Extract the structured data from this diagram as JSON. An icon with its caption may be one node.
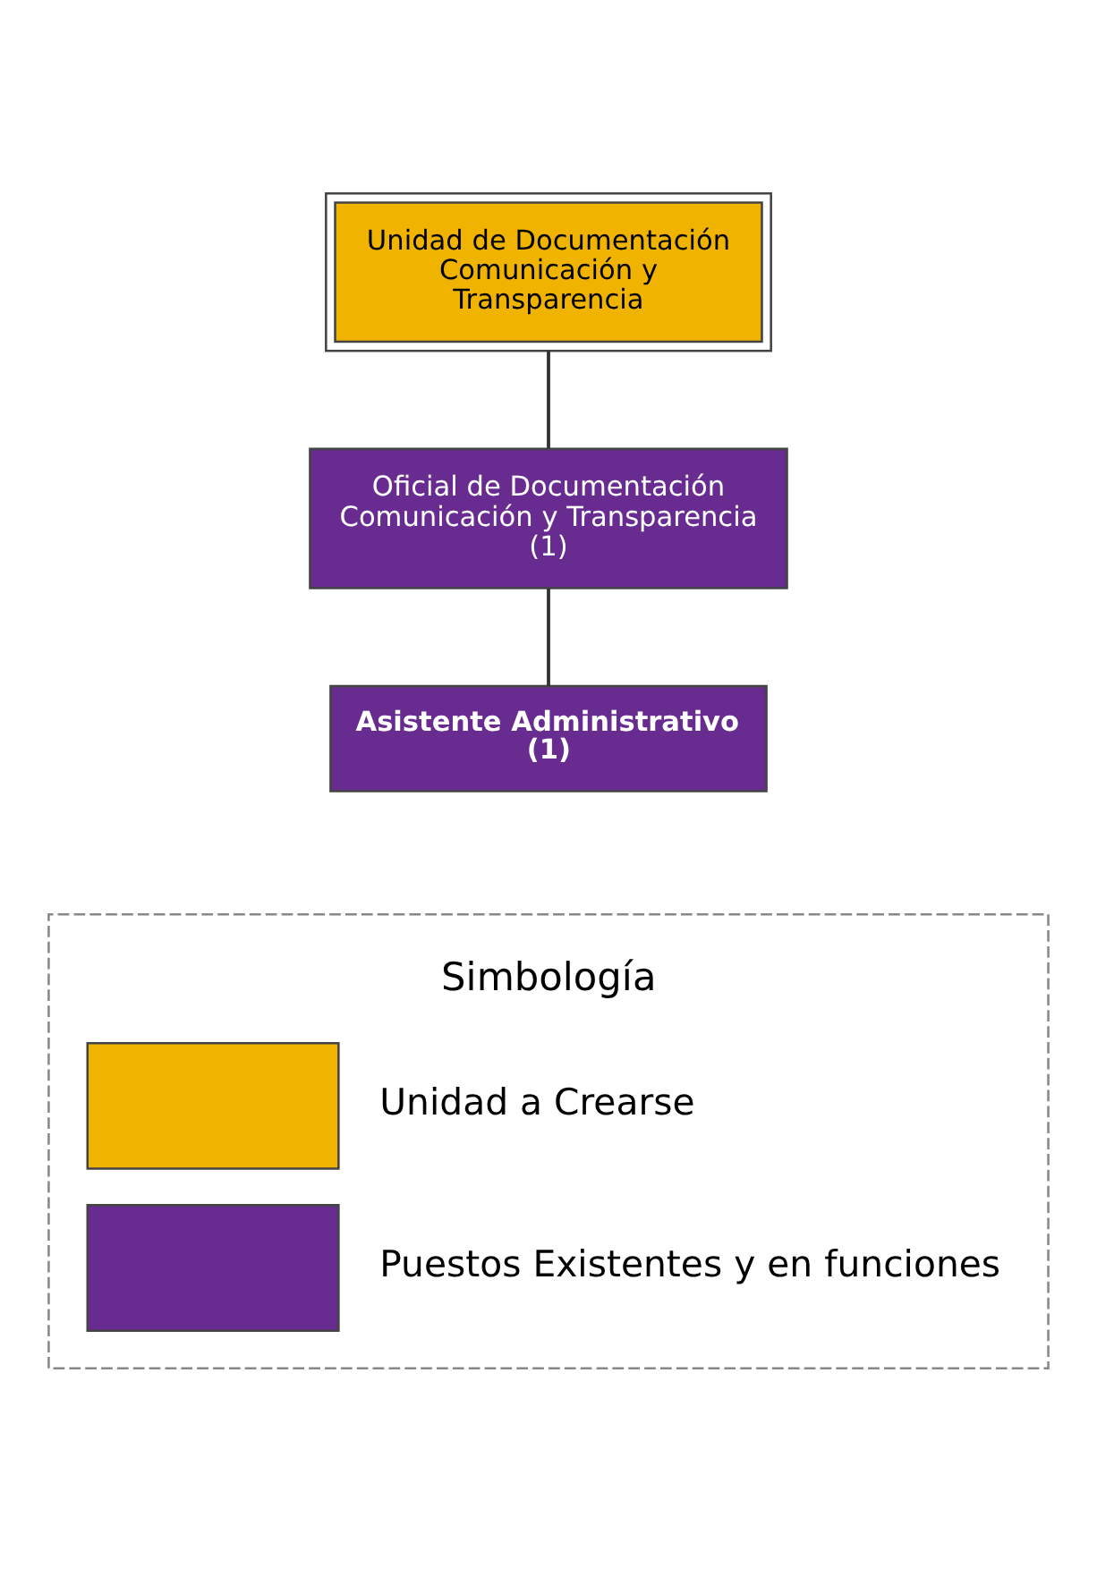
{
  "diagram": {
    "nodes": [
      {
        "text": [
          "Unidad de Documentación Comunicación y Transparencia"
        ]
      },
      {
        "text": [
          "Oficial de Documentación Comunicación y Transparencia (1)"
        ]
      },
      {
        "text": [
          "Asistente Administrativo (1)"
        ]
      }
    ],
    "edges": [
      {
        "from": 0,
        "to": 1,
        "arrow": "none"
      },
      {
        "from": 1,
        "to": 2,
        "arrow": "none"
      }
    ],
    "labels": [
      "Simbología"
    ],
    "legend": [
      {
        "text": "Unidad a Crearse",
        "color": "#f0b400"
      },
      {
        "text": "Puestos Existentes y en funciones",
        "color": "#682c91"
      }
    ]
  }
}
